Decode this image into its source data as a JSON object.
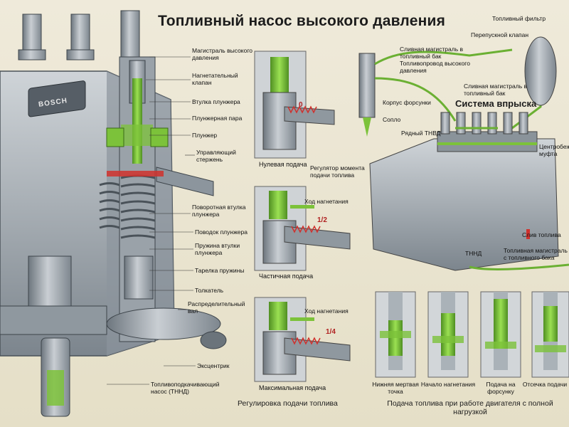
{
  "title": "Топливный насос высокого давления",
  "brand_plate": "BOSCH",
  "pump_labels": [
    "Магистраль высокого давления",
    "Нагнетательный клапан",
    "Втулка плунжера",
    "Плунжерная пара",
    "Плунжер",
    "Управляющий стержень",
    "Поворотная втулка плунжера",
    "Поводок плунжера",
    "Пружина втулки плунжера",
    "Тарелка пружины",
    "Толкатель",
    "Распределительный вал",
    "Эксцентрик",
    "Топливоподкачивающий насос (ТННД)"
  ],
  "regulation": {
    "states": [
      "Нулевая подача",
      "Частичная подача",
      "Максимальная подача"
    ],
    "regulator_label": "Регулятор момента подачи топлива",
    "stroke_label": "Ход нагнетания",
    "scale_marks": [
      "0",
      "1/2",
      "1/4"
    ],
    "caption": "Регулировка подачи топлива"
  },
  "injection_system": {
    "title": "Система впрыска",
    "labels": [
      "Топливный фильтр",
      "Перепускной клапан",
      "Сливная магистраль в топливный бак",
      "Топливопровод высокого давления",
      "Сливная магистраль в топливный бак",
      "Корпус форсунки",
      "Сопло",
      "Рядный ТНВД",
      "Центробежная муфта",
      "Слив топлива",
      "ТННД",
      "Топливная магистраль с топливного бака"
    ]
  },
  "delivery": {
    "phases": [
      "Нижняя мертвая точка",
      "Начало нагнетания",
      "Подача на форсунку",
      "Отсечка подачи"
    ],
    "caption": "Подача топлива при работе двигателя с полной нагрузкой"
  },
  "colors": {
    "fuel": "#7cc23a",
    "metal": "#a9b0b7",
    "metal_dark": "#5d666e",
    "accent_red": "#d0312d",
    "background": "#ebe6d0"
  }
}
